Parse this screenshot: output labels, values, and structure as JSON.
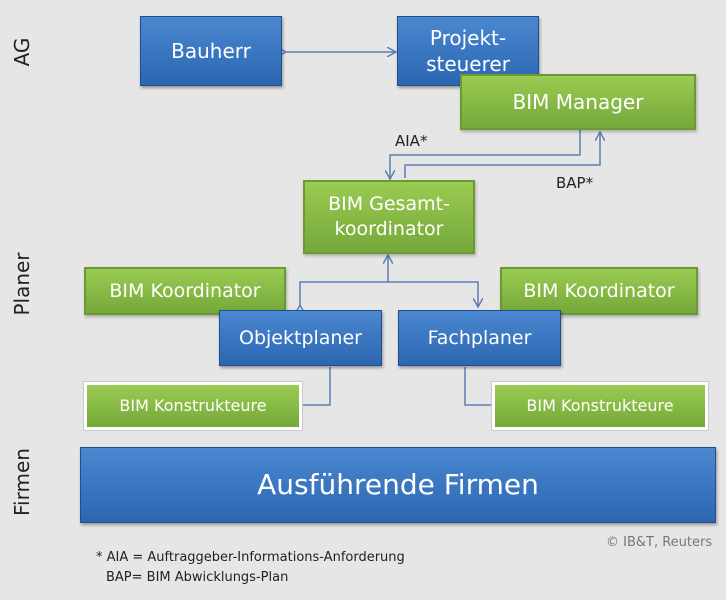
{
  "rows": {
    "ag": "AG",
    "planer": "Planer",
    "firmen": "Firmen"
  },
  "boxes": {
    "bauherr": "Bauherr",
    "projektsteuerer_line1": "Projekt-",
    "projektsteuerer_line2": "steuerer",
    "bim_manager": "BIM Manager",
    "gesamt_line1": "BIM Gesamt-",
    "gesamt_line2": "koordinator",
    "koordinator_left": "BIM Koordinator",
    "koordinator_right": "BIM Koordinator",
    "objektplaner": "Objektplaner",
    "fachplaner": "Fachplaner",
    "konstrukteure_left": "BIM Konstrukteure",
    "konstrukteure_right": "BIM Konstrukteure",
    "firmen": "Ausführende Firmen"
  },
  "flow_labels": {
    "aia": "AIA*",
    "bap": "BAP*"
  },
  "footnotes": {
    "line1": "* AIA = Auftraggeber-Informations-Anforderung",
    "line2": "BAP= BIM Abwicklungs-Plan"
  },
  "copyright": "© IB&T, Reuters",
  "colors": {
    "blue": "#2c66b1",
    "green": "#76a83a",
    "connector": "#5b7fb3",
    "background": "#e6e6e6"
  }
}
